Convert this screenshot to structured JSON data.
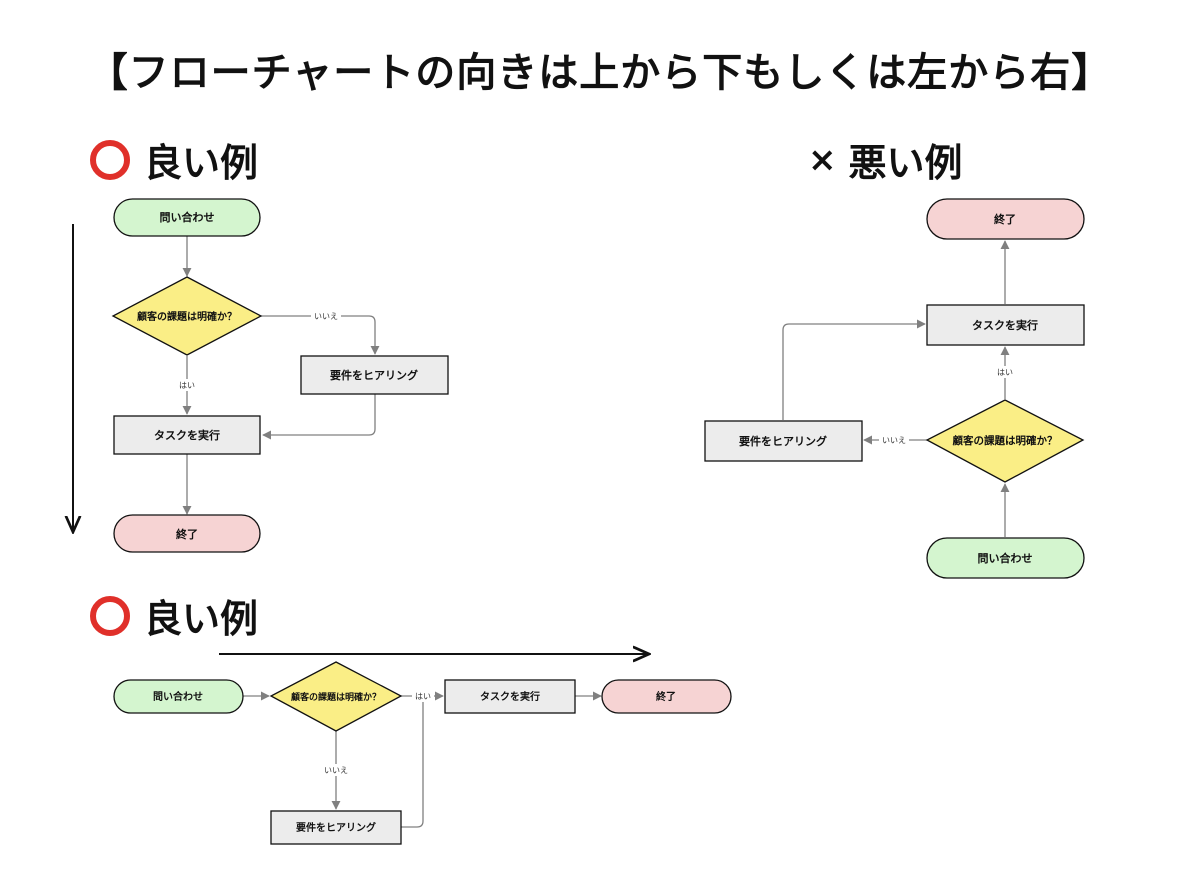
{
  "title": "【フローチャートの向きは上から下もしくは左から右】",
  "sections": {
    "good_vertical": {
      "heading": "良い例"
    },
    "bad": {
      "heading": "悪い例",
      "mark": "×"
    },
    "good_horizontal": {
      "heading": "良い例"
    }
  },
  "nodes": {
    "inquiry": "問い合わせ",
    "decision": "顧客の課題は明確か？",
    "hearing": "要件をヒアリング",
    "execute": "タスクを実行",
    "end": "終了"
  },
  "edge_labels": {
    "yes": "はい",
    "no": "いいえ"
  },
  "colors": {
    "terminal_start": "#d4f5cf",
    "terminal_end": "#f6d3d3",
    "decision": "#faee86",
    "process": "#ececec",
    "edge": "#808080",
    "ok_mark": "#e0302a"
  }
}
